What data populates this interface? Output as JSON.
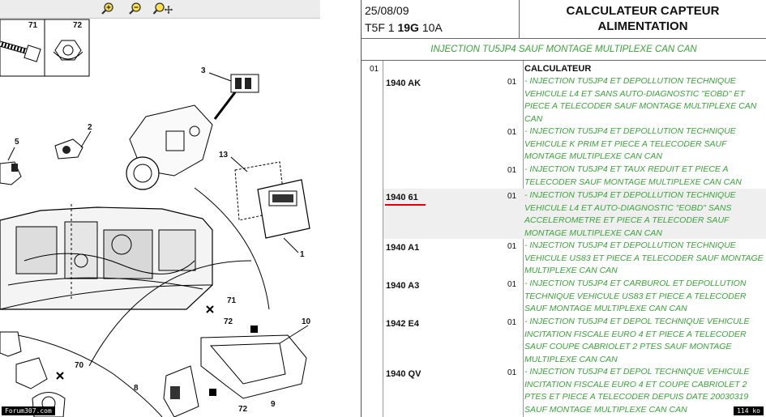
{
  "toolbar": {
    "zoom_in_icon": "magnifier-plus-icon",
    "zoom_out_icon": "magnifier-minus-icon",
    "zoom_fit_icon": "magnifier-move-icon"
  },
  "diagram": {
    "callouts": [
      "71",
      "72",
      "3",
      "5",
      "2",
      "13",
      "1",
      "71",
      "72",
      "10",
      "70",
      "8",
      "72",
      "9"
    ],
    "watermark": "Forum307.com"
  },
  "header": {
    "date": "25/08/09",
    "model_prefix": "T5F 1",
    "model_bold": "19G",
    "model_suffix": "10A",
    "title_line1": "CALCULATEUR CAPTEUR",
    "title_line2": "ALIMENTATION"
  },
  "subtitle": "INJECTION TU5JP4 SAUF MONTAGE MULTIPLEXE CAN CAN",
  "section": {
    "number": "01",
    "label": "CALCULATEUR"
  },
  "rows": [
    {
      "ref": "1940 AK",
      "qty": "01",
      "desc": "- INJECTION TU5JP4 ET DEPOLLUTION TECHNIQUE VEHICULE L4 ET SANS AUTO-DIAGNOSTIC \"EOBD\" ET PIECE A TELECODER SAUF MONTAGE MULTIPLEXE CAN CAN"
    },
    {
      "ref": "",
      "qty": "01",
      "desc": "- INJECTION TU5JP4 ET DEPOLLUTION TECHNIQUE VEHICULE K PRIM ET PIECE A TELECODER SAUF MONTAGE MULTIPLEXE CAN CAN"
    },
    {
      "ref": "",
      "qty": "01",
      "desc": "- INJECTION TU5JP4 ET TAUX REDUIT ET PIECE A TELECODER SAUF MONTAGE MULTIPLEXE CAN CAN"
    },
    {
      "ref": "1940 61",
      "qty": "01",
      "desc": "- INJECTION TU5JP4 ET DEPOLLUTION TECHNIQUE VEHICULE L4 ET AUTO-DIAGNOSTIC \"EOBD\" SANS ACCELEROMETRE ET PIECE A TELECODER SAUF MONTAGE MULTIPLEXE CAN CAN"
    },
    {
      "ref": "1940 A1",
      "qty": "01",
      "desc": "- INJECTION TU5JP4 ET DEPOLLUTION TECHNIQUE VEHICULE US83 ET PIECE A TELECODER SAUF MONTAGE MULTIPLEXE CAN CAN"
    },
    {
      "ref": "1940 A3",
      "qty": "01",
      "desc": "- INJECTION TU5JP4 ET CARBUROL ET DEPOLLUTION TECHNIQUE VEHICULE US83 ET PIECE A TELECODER SAUF MONTAGE MULTIPLEXE CAN CAN"
    },
    {
      "ref": "1942 E4",
      "qty": "01",
      "desc": "- INJECTION TU5JP4 ET DEPOL TECHNIQUE VEHICULE INCITATION FISCALE EURO 4 ET PIECE A TELECODER SAUF COUPE CABRIOLET 2 PTES SAUF MONTAGE MULTIPLEXE CAN CAN"
    },
    {
      "ref": "1940 QV",
      "qty": "01",
      "desc": "- INJECTION TU5JP4 ET DEPOL TECHNIQUE VEHICULE INCITATION FISCALE EURO 4 ET COUPE CABRIOLET 2 PTES ET PIECE A TELECODER DEPUIS DATE 20030319 SAUF MONTAGE MULTIPLEXE CAN CAN"
    }
  ],
  "page_badge": "114 ko"
}
